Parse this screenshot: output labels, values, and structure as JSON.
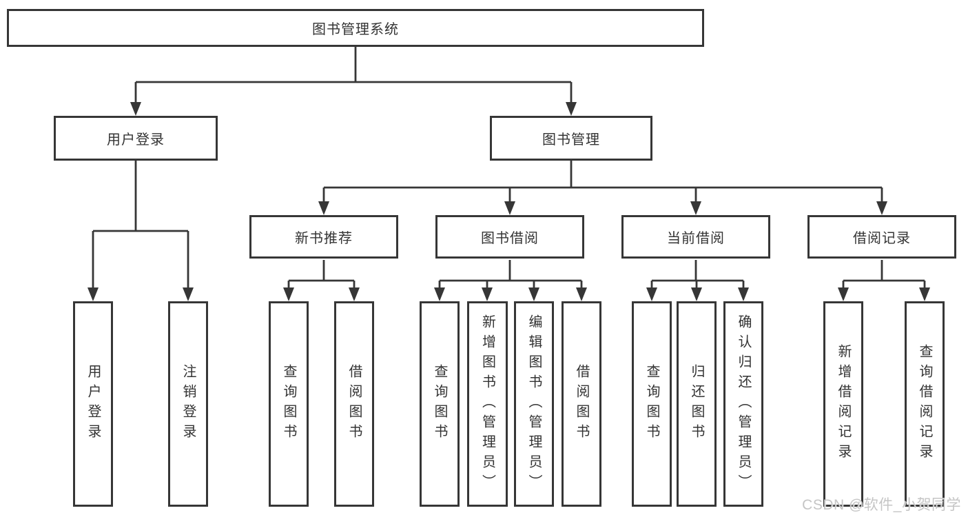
{
  "colors": {
    "line": "#363636",
    "text": "#333333",
    "box_background": "#ffffff",
    "watermark": "#c5c5c5"
  },
  "root": {
    "label": "图书管理系统"
  },
  "level2": {
    "login": "用户登录",
    "management": "图书管理"
  },
  "level3": {
    "recommend": "新书推荐",
    "borrow": "图书借阅",
    "current": "当前借阅",
    "records": "借阅记录"
  },
  "leaves": {
    "login": [
      "用户登录",
      "注销登录"
    ],
    "recommend": [
      "查询图书",
      "借阅图书"
    ],
    "borrow": [
      "查询图书",
      "新增图书（管理员）",
      "编辑图书（管理员）",
      "借阅图书"
    ],
    "current": [
      "查询图书",
      "归还图书",
      "确认归还（管理员）"
    ],
    "records": [
      "新增借阅记录",
      "查询借阅记录"
    ]
  },
  "watermark": "CSDN @软件_小贺同学"
}
